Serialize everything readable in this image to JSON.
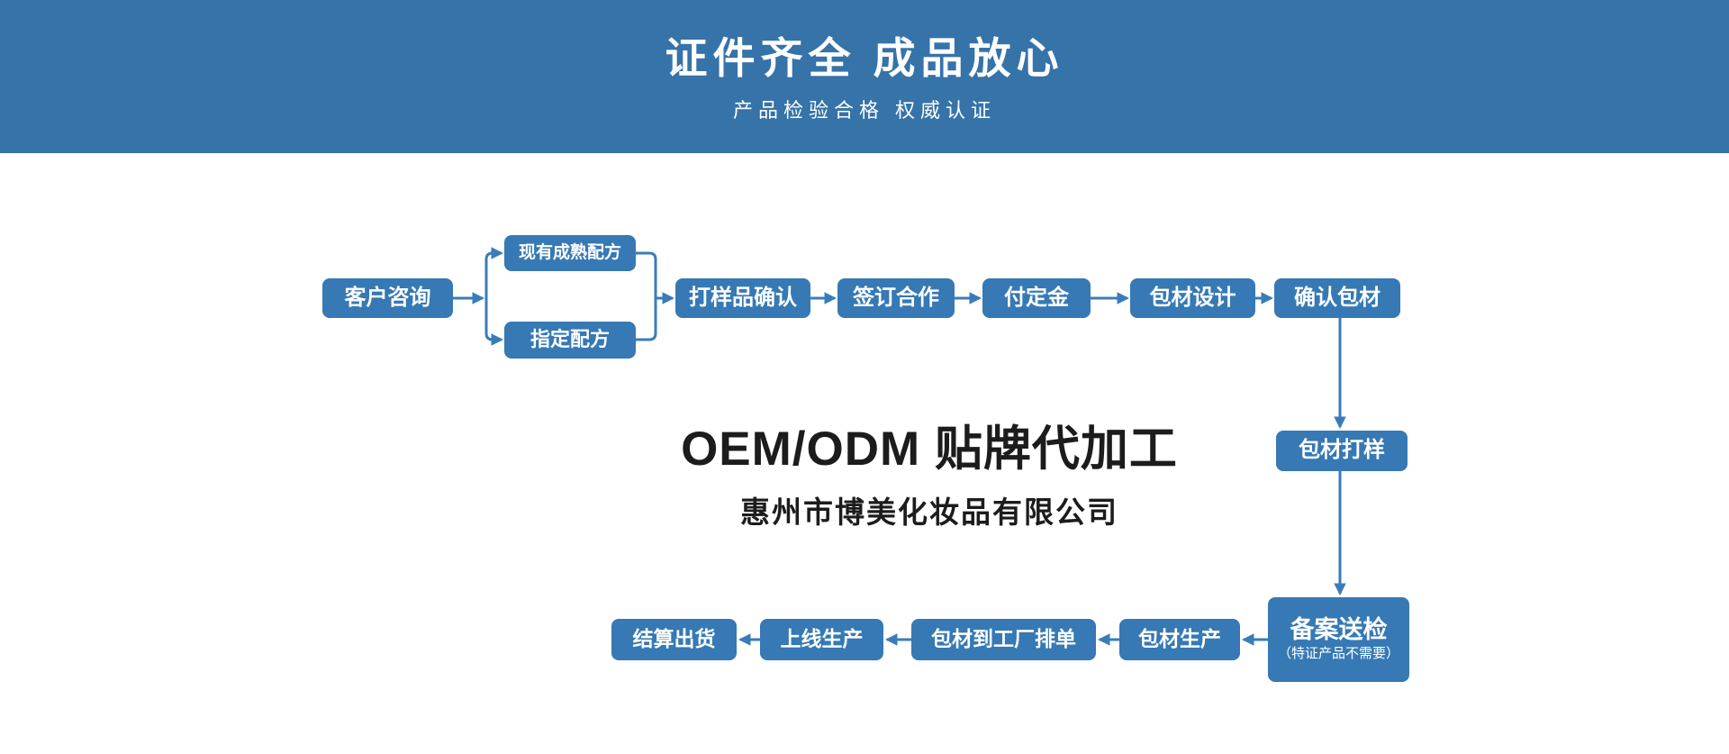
{
  "header": {
    "title": "证件齐全 成品放心",
    "subtitle": "产品检验合格 权威认证"
  },
  "center": {
    "title": "OEM/ODM 贴牌代加工",
    "company": "惠州市博美化妆品有限公司"
  },
  "flow": {
    "nodes": {
      "customer": "客户咨询",
      "existing_formula": "现有成熟配方",
      "custom_formula": "指定配方",
      "sample_confirm": "打样品确认",
      "sign_contract": "签订合作",
      "pay_deposit": "付定金",
      "packaging_design": "包材设计",
      "confirm_packaging": "确认包材",
      "packaging_sample": "包材打样",
      "filing_inspection": "备案送检",
      "filing_note": "（特证产品不需要）",
      "packaging_production": "包材生产",
      "packaging_to_factory": "包材到工厂排单",
      "online_production": "上线生产",
      "settle_ship": "结算出货"
    }
  },
  "colors": {
    "banner_bg": "#3573A9",
    "node_bg": "#3679B4",
    "arrow": "#3A7CB9",
    "headline_text": "#1C1C1C"
  }
}
